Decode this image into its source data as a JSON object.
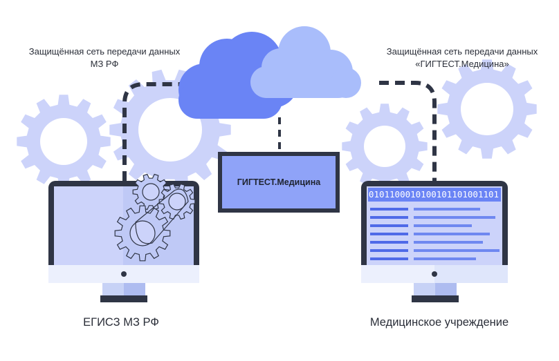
{
  "labels": {
    "network_left": "Защищённая сеть передачи данных МЗ РФ",
    "network_right": "Защищённая сеть передачи данных «ГИГТЕСТ.Медицина»",
    "center_box": "ГИГТЕСТ.Медицина",
    "left_computer": "ЕГИСЗ МЗ РФ",
    "right_computer": "Медицинское учреждение",
    "binary_code": "0101100010100101101001101"
  },
  "colors": {
    "gear": "#ccd3fa",
    "cloud_dark": "#6a84f5",
    "cloud_light": "#a9bdfb",
    "box_fill": "#8fa3f8",
    "box_border": "#2f3545",
    "monitor_frame": "#2f3545",
    "screen_fill": "#ccd3fa",
    "dashed_line": "#2f3545",
    "stand_blue": "#dbe3fb"
  }
}
